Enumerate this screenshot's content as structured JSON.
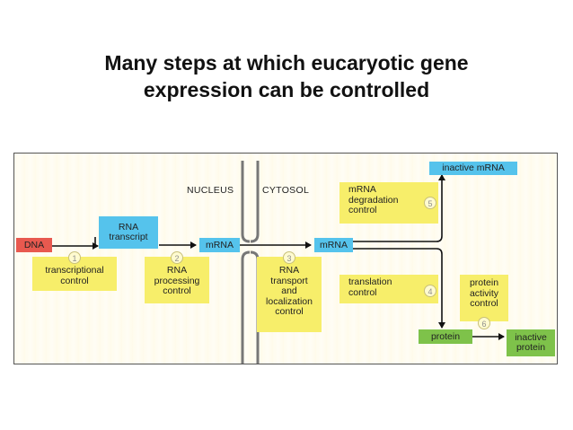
{
  "title": {
    "line1": "Many steps at which eucaryotic gene",
    "line2": "expression can be controlled"
  },
  "diagram": {
    "nucleus_label": "NUCLEUS",
    "cytosol_label": "CYTOSOL",
    "molecules": {
      "dna": "DNA",
      "rna_transcript": [
        "RNA",
        "transcript"
      ],
      "mrna_nucleus": "mRNA",
      "mrna_cytosol": "mRNA",
      "inactive_mrna": "inactive mRNA",
      "protein": "protein",
      "inactive_protein": [
        "inactive",
        "protein"
      ]
    },
    "controls": [
      {
        "number": "1",
        "lines": [
          "transcriptional",
          "control"
        ]
      },
      {
        "number": "2",
        "lines": [
          "RNA",
          "processing",
          "control"
        ]
      },
      {
        "number": "3",
        "lines": [
          "RNA",
          "transport",
          "and",
          "localization",
          "control"
        ]
      },
      {
        "number": "4",
        "lines": [
          "translation",
          "control"
        ]
      },
      {
        "number": "5",
        "lines": [
          "mRNA",
          "degradation",
          "control"
        ]
      },
      {
        "number": "6",
        "lines": [
          "protein",
          "activity",
          "control"
        ]
      }
    ],
    "colors": {
      "molecule_blue": "#55c3ec",
      "dna_red": "#e8594f",
      "protein_green": "#7ec24a",
      "control_yellow": "#f7ee6a"
    }
  }
}
